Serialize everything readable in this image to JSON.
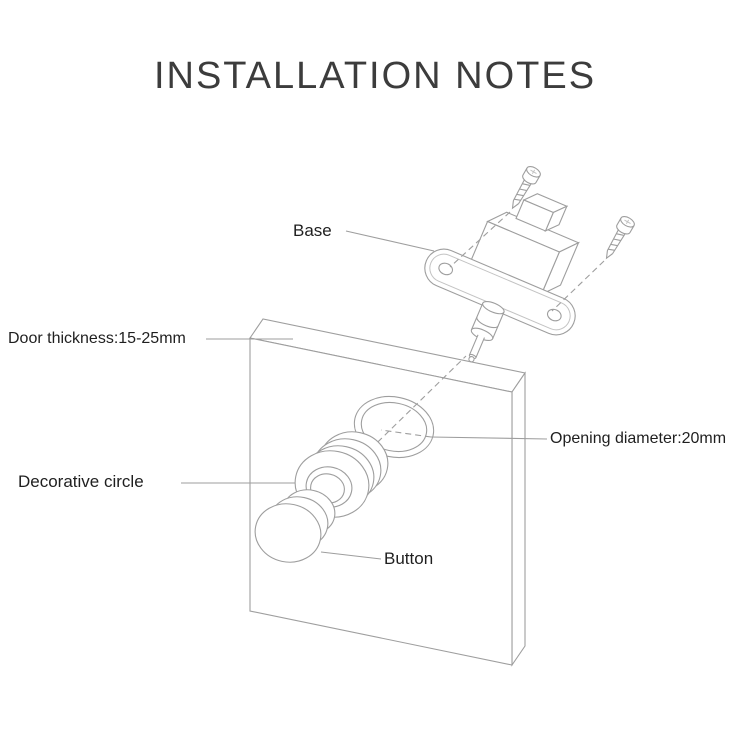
{
  "title": "INSTALLATION NOTES",
  "labels": {
    "base": "Base",
    "door_thickness": "Door thickness:15-25mm",
    "opening_diameter": "Opening diameter:20mm",
    "decorative_circle": "Decorative circle",
    "button": "Button"
  },
  "colors": {
    "background": "#ffffff",
    "line": "#9e9e9e",
    "label_text": "#1f1f1f",
    "title_text": "#3c3c3c"
  }
}
